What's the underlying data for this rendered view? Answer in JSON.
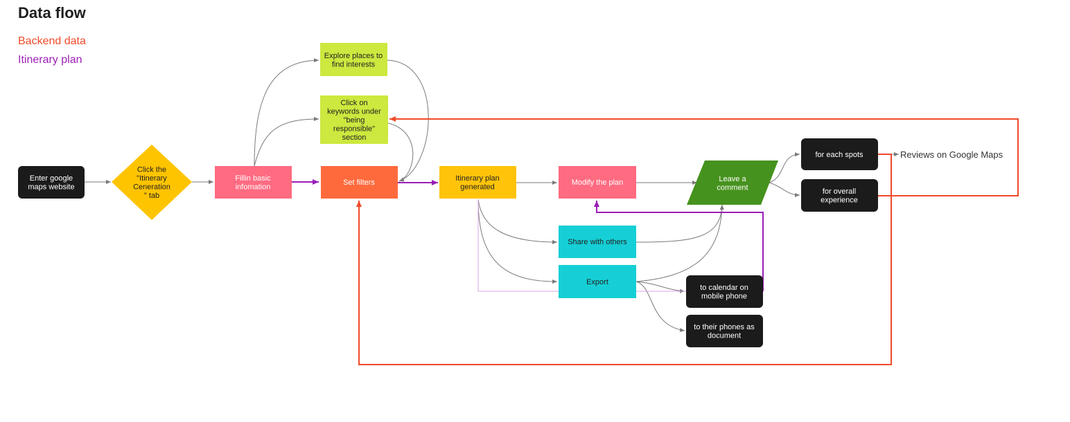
{
  "title": "Data flow",
  "legend": {
    "backend": {
      "label": "Backend data",
      "color": "#f04a2a"
    },
    "itinerary": {
      "label": "Itinerary plan",
      "color": "#9a1eb5"
    }
  },
  "nodes": {
    "enter": {
      "lines": [
        "Enter google",
        "maps website"
      ],
      "color": "#1b1b1b",
      "text_color": "#ffffff"
    },
    "click_tab": {
      "lines": [
        "Click the",
        "\"Itinerary",
        "Ceneration",
        "\" tab"
      ],
      "color": "#ffc400",
      "text_color": "#222222"
    },
    "fill_info": {
      "lines": [
        "Fillin basic",
        "infomation"
      ],
      "color": "#ff6b81",
      "text_color": "#ffffff"
    },
    "explore": {
      "lines": [
        "Explore places to",
        "find interests"
      ],
      "color": "#cde83e",
      "text_color": "#222222"
    },
    "keywords": {
      "lines": [
        "Click on",
        "keywords under",
        "\"being",
        "responsible\"",
        "section"
      ],
      "color": "#cde83e",
      "text_color": "#222222"
    },
    "set_filters": {
      "lines": [
        "Set filters"
      ],
      "color": "#ff6a3d",
      "text_color": "#ffffff"
    },
    "generated": {
      "lines": [
        "Itinerary plan",
        "generated"
      ],
      "color": "#ffc40a",
      "text_color": "#222222"
    },
    "modify": {
      "lines": [
        "Modify the plan"
      ],
      "color": "#ff6b81",
      "text_color": "#ffffff"
    },
    "share": {
      "lines": [
        "Share with others"
      ],
      "color": "#16cfd6",
      "text_color": "#222222"
    },
    "export": {
      "lines": [
        "Export"
      ],
      "color": "#16cfd6",
      "text_color": "#222222"
    },
    "comment": {
      "lines": [
        "Leave a",
        "comment"
      ],
      "color": "#46921e",
      "text_color": "#ffffff"
    },
    "each_spot": {
      "lines": [
        "for each spots"
      ],
      "color": "#1b1b1b",
      "text_color": "#ffffff"
    },
    "overall": {
      "lines": [
        "for overall",
        "experience"
      ],
      "color": "#1b1b1b",
      "text_color": "#ffffff"
    },
    "calendar": {
      "lines": [
        "to calendar on",
        "mobile phone"
      ],
      "color": "#1b1b1b",
      "text_color": "#ffffff"
    },
    "phones_doc": {
      "lines": [
        "to their phones as",
        "document"
      ],
      "color": "#1b1b1b",
      "text_color": "#ffffff"
    }
  },
  "reviews_label": "Reviews on Google Maps",
  "colors": {
    "connector": "#7a7a7a",
    "backend_line": "#f04a2a",
    "itinerary_line": "#9a1eb5",
    "itinerary_light_line": "#d9a6e6"
  }
}
